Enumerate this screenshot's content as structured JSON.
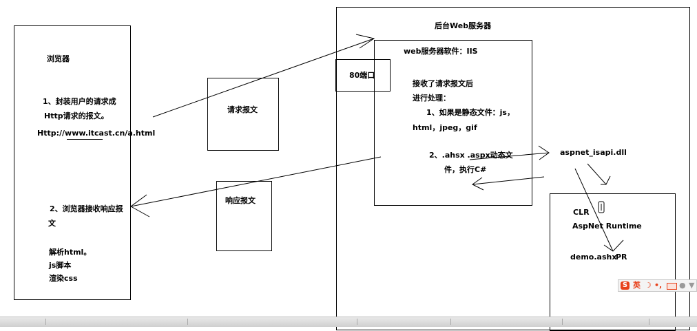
{
  "browser": {
    "title": "浏览器",
    "step1_line1": "1、封装用户的请求成",
    "step1_line2": "Http请求的报文。",
    "url": "Http://www.itcast.cn/a.html",
    "step2_line1": "2、浏览器接收响应报",
    "step2_line2": "文",
    "parse_line1": "解析html。",
    "parse_line2": "js脚本",
    "parse_line3": "渲染css"
  },
  "request_box": {
    "label": "请求报文"
  },
  "response_box": {
    "label": "响应报文"
  },
  "server": {
    "title": "后台Web服务器",
    "port_label": "80端口",
    "software_title": "web服务器软件：IIS",
    "line1": "接收了请求报文后",
    "line2": "进行处理：",
    "static_line1": "1、如果是静态文件：js，",
    "static_line2": "html，jpeg，gif",
    "dynamic_line1": "2、.ahsx   .aspx动态文",
    "dynamic_line2": "件，执行C#"
  },
  "isapi": {
    "label": "aspnet_isapi.dll"
  },
  "clr": {
    "title": "CLR",
    "runtime": "AspNet Runtime",
    "demo": "demo.ashx",
    "pr": "PR"
  },
  "ime_toolbar": {
    "logo_icon": "sogou-s-icon",
    "lang_label": "英",
    "moon_icon": "moon-icon",
    "punct": "•,",
    "keyboard_icon": "keyboard-icon",
    "user_icon": "user-icon",
    "shirt_icon": "skin-icon",
    "brand_color": "#e8411b"
  }
}
